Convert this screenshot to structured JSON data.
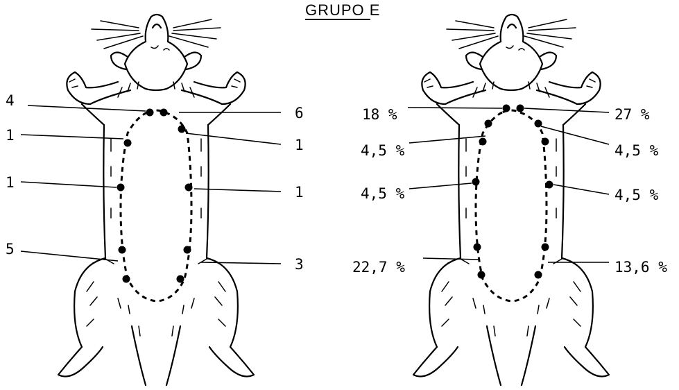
{
  "title": "GRUPO E",
  "left_panel": {
    "labels": {
      "upper_left": "4",
      "upper_right": "6",
      "axillary_left": "1",
      "axillary_right": "1",
      "mid_left": "1",
      "mid_right": "1",
      "lower_left": "5",
      "lower_right": "3"
    }
  },
  "right_panel": {
    "labels": {
      "upper_left": "18 %",
      "upper_right": "27 %",
      "axillary_left": "4,5 %",
      "axillary_right": "4,5 %",
      "mid_left": "4,5 %",
      "mid_right": "4,5 %",
      "lower_left": "22,7 %",
      "lower_right": "13,6 %"
    }
  }
}
